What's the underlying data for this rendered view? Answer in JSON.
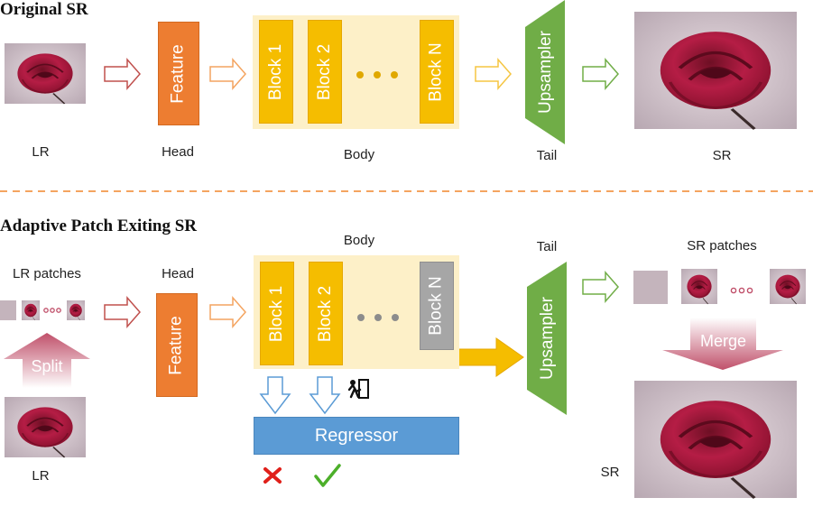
{
  "top": {
    "title": "Original SR",
    "lr_label": "LR",
    "head_label": "Head",
    "feature": "Feature",
    "blocks": [
      "Block 1",
      "Block 2",
      "Block N"
    ],
    "body_label": "Body",
    "upsampler": "Upsampler",
    "tail_label": "Tail",
    "sr_label": "SR"
  },
  "bottom": {
    "title": "Adaptive Patch Exiting SR",
    "lr_patches_label": "LR patches",
    "split": "Split",
    "lr_label": "LR",
    "head_label": "Head",
    "feature": "Feature",
    "body_label": "Body",
    "blocks": [
      "Block 1",
      "Block 2",
      "Block N"
    ],
    "regressor": "Regressor",
    "tail_label": "Tail",
    "upsampler": "Upsampler",
    "sr_patches_label": "SR patches",
    "merge": "Merge",
    "sr_label": "SR"
  },
  "colors": {
    "feature": "#ed7d31",
    "block": "#f5bd00",
    "block_exited": "#a6a6a6",
    "body_bg": "#fdf0c8",
    "upsampler": "#70ad47",
    "regressor": "#5b9bd5",
    "split_merge": "#c0506a",
    "reject": "#e0201a",
    "accept": "#4caf2a",
    "divider": "#f4a460"
  },
  "icons": [
    "rose-image",
    "cross-icon",
    "check-icon",
    "exit-person-icon"
  ]
}
